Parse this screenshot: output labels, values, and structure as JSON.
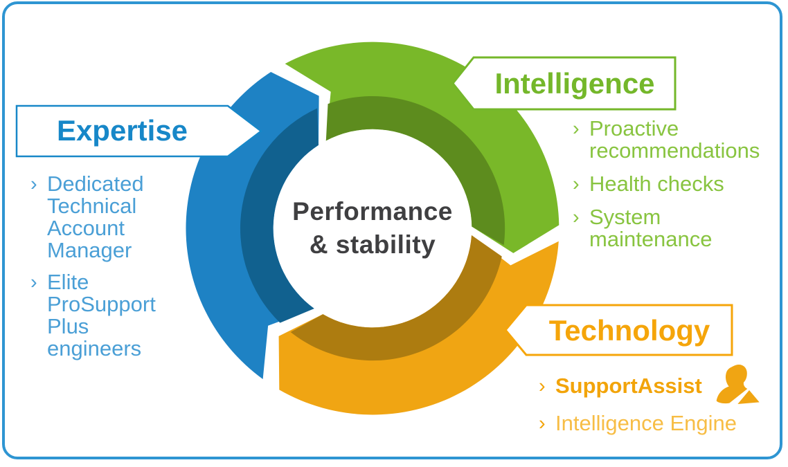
{
  "palette": {
    "frame_border": "#2e95d2",
    "blue_main": "#1e82c4",
    "blue_dark": "#11618f",
    "blue_title": "#1787c8",
    "blue_list": "#4a9fd6",
    "green_main": "#79b829",
    "green_dark": "#5d8c1e",
    "green_title": "#74b72a",
    "green_list": "#88c440",
    "orange_main": "#f0a513",
    "orange_dark": "#ad7c10",
    "orange_title": "#f5a50a",
    "orange_list": "#f2a40a",
    "orange_list_light": "#f7bd45",
    "center_text": "#3f3f41"
  },
  "bullet_char": "›",
  "center_label": {
    "line1": "Performance",
    "line2": "& stability"
  },
  "sections": {
    "expertise": {
      "title": "Expertise",
      "items": [
        {
          "lines": [
            "Dedicated",
            "Technical",
            "Account",
            "Manager"
          ]
        },
        {
          "lines": [
            "Elite",
            "ProSupport",
            "Plus",
            "engineers"
          ]
        }
      ]
    },
    "intelligence": {
      "title": "Intelligence",
      "items": [
        {
          "lines": [
            "Proactive",
            "recommendations"
          ]
        },
        {
          "lines": [
            "Health checks"
          ]
        },
        {
          "lines": [
            "System",
            "maintenance"
          ]
        }
      ]
    },
    "technology": {
      "title": "Technology",
      "icon": "person-silhouette-icon",
      "items": [
        {
          "lines": [
            "SupportAssist"
          ]
        },
        {
          "lines": [
            "Intelligence Engine"
          ]
        }
      ]
    }
  }
}
